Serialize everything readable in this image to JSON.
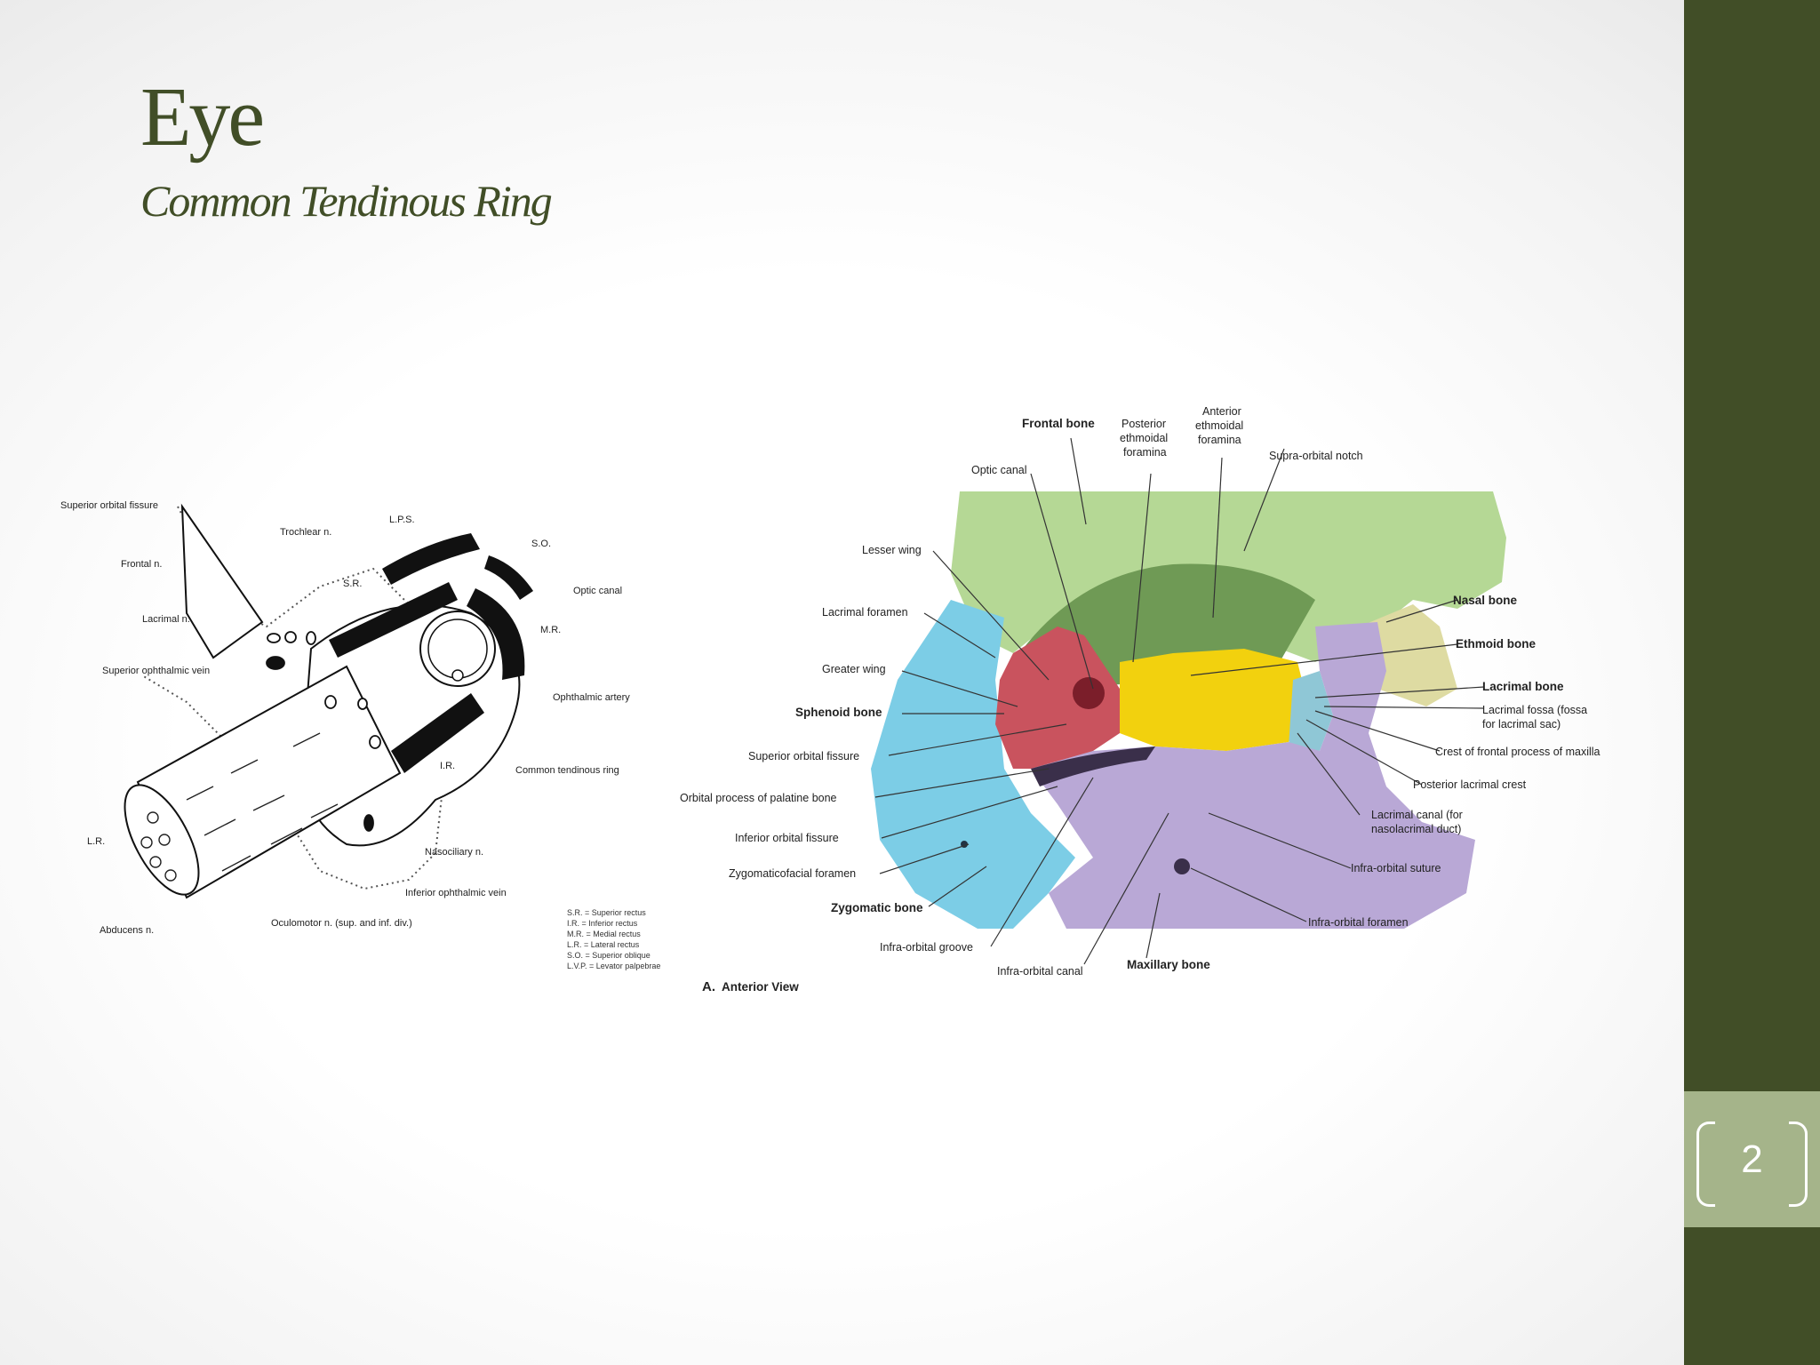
{
  "slide": {
    "title": "Eye",
    "subtitle": "Common Tendinous Ring",
    "page_number": "2"
  },
  "colors": {
    "accent": "#414e27",
    "page_box": "#a5b48a",
    "frontal_bone": "#b5d895",
    "sphenoid_bone": "#c9535e",
    "ethmoid_bone": "#f2d10e",
    "maxillary_bone": "#b9a8d6",
    "zygomatic_bone": "#7ccde6",
    "nasal_bone": "#dedba2"
  },
  "left_diagram": {
    "labels": {
      "superior_orbital_fissure": "Superior orbital fissure",
      "trochlear": "Trochlear n.",
      "lps": "L.P.S.",
      "so": "S.O.",
      "frontal_n": "Frontal n.",
      "sr": "S.R.",
      "optic_canal": "Optic canal",
      "lacrimal_n": "Lacrimal n.",
      "mr": "M.R.",
      "sup_ophthalmic_vein": "Superior ophthalmic vein",
      "ophthalmic_artery": "Ophthalmic artery",
      "ir": "I.R.",
      "common_tendinous_ring": "Common tendinous ring",
      "lr": "L.R.",
      "nasociliary": "Nasociliary n.",
      "inf_ophthalmic_vein": "Inferior ophthalmic vein",
      "abducens": "Abducens n.",
      "oculomotor": "Oculomotor n. (sup. and inf. div.)"
    },
    "legend": [
      "S.R. = Superior rectus",
      "I.R. = Inferior rectus",
      "M.R. = Medial rectus",
      "L.R. = Lateral rectus",
      "S.O. = Superior oblique",
      "L.V.P. = Levator palpebrae"
    ]
  },
  "right_diagram": {
    "labels": {
      "frontal_bone": "Frontal bone",
      "posterior_ethmoidal_1": "Posterior",
      "posterior_ethmoidal_2": "ethmoidal",
      "posterior_ethmoidal_3": "foramina",
      "anterior_ethmoidal_1": "Anterior",
      "anterior_ethmoidal_2": "ethmoidal",
      "anterior_ethmoidal_3": "foramina",
      "optic_canal": "Optic canal",
      "supra_orbital_notch": "Supra-orbital notch",
      "lesser_wing": "Lesser wing",
      "nasal_bone": "Nasal bone",
      "lacrimal_foramen": "Lacrimal foramen",
      "ethmoid_bone": "Ethmoid bone",
      "greater_wing": "Greater wing",
      "lacrimal_bone": "Lacrimal bone",
      "sphenoid_bone": "Sphenoid bone",
      "lacrimal_fossa_1": "Lacrimal fossa (fossa",
      "lacrimal_fossa_2": "for lacrimal sac)",
      "superior_orbital_fissure": "Superior orbital fissure",
      "crest_frontal": "Crest of frontal process of maxilla",
      "orbital_process": "Orbital process of palatine bone",
      "posterior_lacrimal_crest": "Posterior lacrimal crest",
      "lacrimal_canal_1": "Lacrimal canal (for",
      "lacrimal_canal_2": "nasolacrimal duct)",
      "inferior_orbital_fissure": "Inferior orbital fissure",
      "zygomaticofacial": "Zygomaticofacial foramen",
      "infra_orbital_suture": "Infra-orbital suture",
      "zygomatic_bone": "Zygomatic bone",
      "infra_orbital_foramen": "Infra-orbital foramen",
      "infra_orbital_groove": "Infra-orbital groove",
      "maxillary_bone": "Maxillary bone",
      "infra_orbital_canal": "Infra-orbital canal",
      "view_letter": "A.",
      "view_name": "Anterior View"
    }
  }
}
